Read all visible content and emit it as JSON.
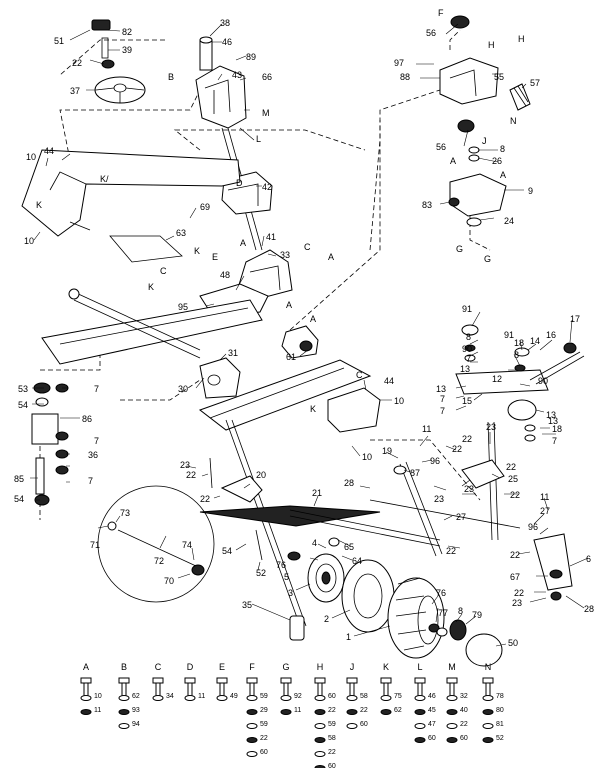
{
  "callouts": [
    {
      "id": "c51",
      "label": "51"
    },
    {
      "id": "c82",
      "label": "82"
    },
    {
      "id": "c38",
      "label": "38"
    },
    {
      "id": "c46",
      "label": "46"
    },
    {
      "id": "c89",
      "label": "89"
    },
    {
      "id": "c22a",
      "label": "22"
    },
    {
      "id": "c39",
      "label": "39"
    },
    {
      "id": "c43",
      "label": "43"
    },
    {
      "id": "c66",
      "label": "66"
    },
    {
      "id": "c37",
      "label": "37"
    },
    {
      "id": "c56a",
      "label": "56"
    },
    {
      "id": "c97",
      "label": "97"
    },
    {
      "id": "c88",
      "label": "88"
    },
    {
      "id": "c55",
      "label": "55"
    },
    {
      "id": "c57",
      "label": "57"
    },
    {
      "id": "c56b",
      "label": "56"
    },
    {
      "id": "c8a",
      "label": "8"
    },
    {
      "id": "c26",
      "label": "26"
    },
    {
      "id": "c9",
      "label": "9"
    },
    {
      "id": "c83",
      "label": "83"
    },
    {
      "id": "c24",
      "label": "24"
    },
    {
      "id": "c10a",
      "label": "10"
    },
    {
      "id": "c44a",
      "label": "44"
    },
    {
      "id": "c42",
      "label": "42"
    },
    {
      "id": "c69",
      "label": "69"
    },
    {
      "id": "c10b",
      "label": "10"
    },
    {
      "id": "c63",
      "label": "63"
    },
    {
      "id": "c41",
      "label": "41"
    },
    {
      "id": "c33",
      "label": "33"
    },
    {
      "id": "c48",
      "label": "48"
    },
    {
      "id": "c95",
      "label": "95"
    },
    {
      "id": "c91a",
      "label": "91"
    },
    {
      "id": "c17",
      "label": "17"
    },
    {
      "id": "c16",
      "label": "16"
    },
    {
      "id": "c91b",
      "label": "91"
    },
    {
      "id": "c14",
      "label": "14"
    },
    {
      "id": "c8b",
      "label": "8"
    },
    {
      "id": "c90a",
      "label": "90"
    },
    {
      "id": "c7a",
      "label": "7"
    },
    {
      "id": "c13a",
      "label": "13"
    },
    {
      "id": "c18a",
      "label": "18"
    },
    {
      "id": "c8c",
      "label": "8"
    },
    {
      "id": "c12",
      "label": "12"
    },
    {
      "id": "c90b",
      "label": "90"
    },
    {
      "id": "c61",
      "label": "61"
    },
    {
      "id": "c31",
      "label": "31"
    },
    {
      "id": "c53",
      "label": "53"
    },
    {
      "id": "c7b",
      "label": "7"
    },
    {
      "id": "c54a",
      "label": "54"
    },
    {
      "id": "c30",
      "label": "30"
    },
    {
      "id": "c44b",
      "label": "44"
    },
    {
      "id": "c10c",
      "label": "10"
    },
    {
      "id": "c86",
      "label": "86"
    },
    {
      "id": "c13b",
      "label": "13"
    },
    {
      "id": "c7c",
      "label": "7"
    },
    {
      "id": "c15",
      "label": "15"
    },
    {
      "id": "c7d",
      "label": "7"
    },
    {
      "id": "c13c",
      "label": "13"
    },
    {
      "id": "c18b",
      "label": "18"
    },
    {
      "id": "c7e",
      "label": "7"
    },
    {
      "id": "c36",
      "label": "36"
    },
    {
      "id": "c7f",
      "label": "7"
    },
    {
      "id": "c11a",
      "label": "11"
    },
    {
      "id": "c23a",
      "label": "23"
    },
    {
      "id": "c13d",
      "label": "13"
    },
    {
      "id": "c7g",
      "label": "7"
    },
    {
      "id": "c10d",
      "label": "10"
    },
    {
      "id": "c85",
      "label": "85"
    },
    {
      "id": "c19",
      "label": "19"
    },
    {
      "id": "c96a",
      "label": "96"
    },
    {
      "id": "c87",
      "label": "87"
    },
    {
      "id": "c22b",
      "label": "22"
    },
    {
      "id": "c25",
      "label": "25"
    },
    {
      "id": "c22c",
      "label": "22"
    },
    {
      "id": "c23b",
      "label": "23"
    },
    {
      "id": "c22d",
      "label": "22"
    },
    {
      "id": "c20",
      "label": "20"
    },
    {
      "id": "c23c",
      "label": "23"
    },
    {
      "id": "c28a",
      "label": "28"
    },
    {
      "id": "c54b",
      "label": "54"
    },
    {
      "id": "c22e",
      "label": "22"
    },
    {
      "id": "c22f",
      "label": "22"
    },
    {
      "id": "c23d",
      "label": "23"
    },
    {
      "id": "c22g",
      "label": "22"
    },
    {
      "id": "c21",
      "label": "21"
    },
    {
      "id": "c11b",
      "label": "11"
    },
    {
      "id": "c73",
      "label": "73"
    },
    {
      "id": "c71",
      "label": "71"
    },
    {
      "id": "c27a",
      "label": "27"
    },
    {
      "id": "c27b",
      "label": "27"
    },
    {
      "id": "c96b",
      "label": "96"
    },
    {
      "id": "c72",
      "label": "72"
    },
    {
      "id": "c22h",
      "label": "22"
    },
    {
      "id": "c4",
      "label": "4"
    },
    {
      "id": "c65",
      "label": "65"
    },
    {
      "id": "c64",
      "label": "64"
    },
    {
      "id": "c22i",
      "label": "22"
    },
    {
      "id": "c6",
      "label": "6"
    },
    {
      "id": "c74",
      "label": "74"
    },
    {
      "id": "c76",
      "label": "76"
    },
    {
      "id": "c5",
      "label": "5"
    },
    {
      "id": "c54c",
      "label": "54"
    },
    {
      "id": "c52",
      "label": "52"
    },
    {
      "id": "c67",
      "label": "67"
    },
    {
      "id": "c70",
      "label": "70"
    },
    {
      "id": "c3",
      "label": "3"
    },
    {
      "id": "c22j",
      "label": "22"
    },
    {
      "id": "c23e",
      "label": "23"
    },
    {
      "id": "c28b",
      "label": "28"
    },
    {
      "id": "c35",
      "label": "35"
    },
    {
      "id": "c76b",
      "label": "76"
    },
    {
      "id": "c2",
      "label": "2"
    },
    {
      "id": "c77",
      "label": "77"
    },
    {
      "id": "c8d",
      "label": "8"
    },
    {
      "id": "c79",
      "label": "79"
    },
    {
      "id": "c1",
      "label": "1"
    },
    {
      "id": "c50",
      "label": "50"
    }
  ],
  "letters": [
    {
      "id": "lF",
      "label": "F"
    },
    {
      "id": "lH1",
      "label": "H"
    },
    {
      "id": "lH2",
      "label": "H"
    },
    {
      "id": "lB",
      "label": "B"
    },
    {
      "id": "lM",
      "label": "M"
    },
    {
      "id": "lL",
      "label": "L"
    },
    {
      "id": "lN",
      "label": "N"
    },
    {
      "id": "lJ",
      "label": "J"
    },
    {
      "id": "lA1",
      "label": "A"
    },
    {
      "id": "lA2",
      "label": "A"
    },
    {
      "id": "lK1",
      "label": "K/"
    },
    {
      "id": "lK2",
      "label": "K"
    },
    {
      "id": "lD",
      "label": "D"
    },
    {
      "id": "lG1",
      "label": "G"
    },
    {
      "id": "lG2",
      "label": "G"
    },
    {
      "id": "lA3",
      "label": "A"
    },
    {
      "id": "lC1",
      "label": "C"
    },
    {
      "id": "lA4",
      "label": "A"
    },
    {
      "id": "lK3",
      "label": "K"
    },
    {
      "id": "lE",
      "label": "E"
    },
    {
      "id": "lC2",
      "label": "C"
    },
    {
      "id": "lK4",
      "label": "K"
    },
    {
      "id": "lA5",
      "label": "A"
    },
    {
      "id": "lA6",
      "label": "A"
    },
    {
      "id": "lC3",
      "label": "C"
    },
    {
      "id": "lK5",
      "label": "K"
    }
  ],
  "legend": [
    {
      "letter": "A",
      "parts": [
        "10",
        "11"
      ]
    },
    {
      "letter": "B",
      "parts": [
        "62",
        "93",
        "94"
      ]
    },
    {
      "letter": "C",
      "parts": [
        "34"
      ]
    },
    {
      "letter": "D",
      "parts": [
        "11"
      ]
    },
    {
      "letter": "E",
      "parts": [
        "49"
      ]
    },
    {
      "letter": "F",
      "parts": [
        "59",
        "29",
        "59",
        "22",
        "60"
      ]
    },
    {
      "letter": "G",
      "parts": [
        "92",
        "11"
      ]
    },
    {
      "letter": "H",
      "parts": [
        "60",
        "22",
        "59",
        "58",
        "22",
        "60"
      ]
    },
    {
      "letter": "J",
      "parts": [
        "58",
        "22",
        "60"
      ]
    },
    {
      "letter": "K",
      "parts": [
        "75",
        "62"
      ]
    },
    {
      "letter": "L",
      "parts": [
        "46",
        "45",
        "47",
        "60"
      ]
    },
    {
      "letter": "M",
      "parts": [
        "32",
        "40",
        "22",
        "60"
      ]
    },
    {
      "letter": "N",
      "parts": [
        "78",
        "80",
        "81",
        "52"
      ]
    }
  ]
}
